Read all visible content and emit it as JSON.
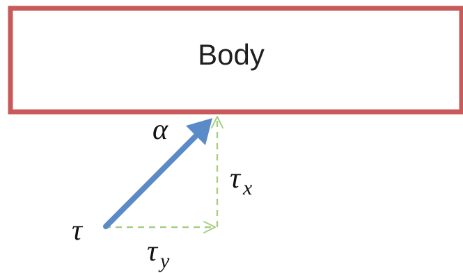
{
  "body": {
    "label": "Body",
    "border_color": "#c85a5a"
  },
  "vectors": {
    "force": {
      "label": "α",
      "color": "#5b8ac8"
    },
    "torque": {
      "label": "τ"
    },
    "x_component": {
      "label_base": "τ",
      "label_sub": "x",
      "color": "#a6cf84"
    },
    "y_component": {
      "label_base": "τ",
      "label_sub": "y",
      "color": "#a6cf84"
    }
  }
}
